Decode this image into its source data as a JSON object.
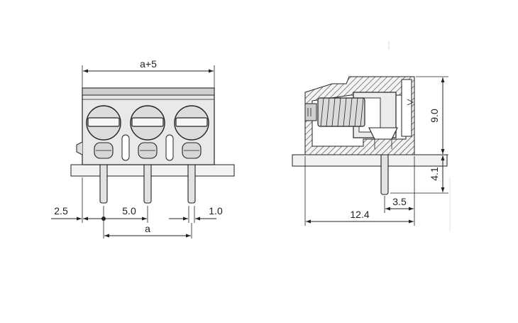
{
  "front_view": {
    "dims": {
      "overall_width": "a+5",
      "offset_left": "2.5",
      "pitch": "5.0",
      "pin_width": "1.0",
      "pitch_symbol": "a"
    },
    "pole_count": 3
  },
  "side_view": {
    "dims": {
      "height": "9.0",
      "pin_length": "4.1",
      "pin_offset": "3.5",
      "depth": "12.4"
    }
  },
  "colors": {
    "line": "#222222",
    "body_fill": "#e9e9e9",
    "shade_fill": "#cfcfcf"
  }
}
